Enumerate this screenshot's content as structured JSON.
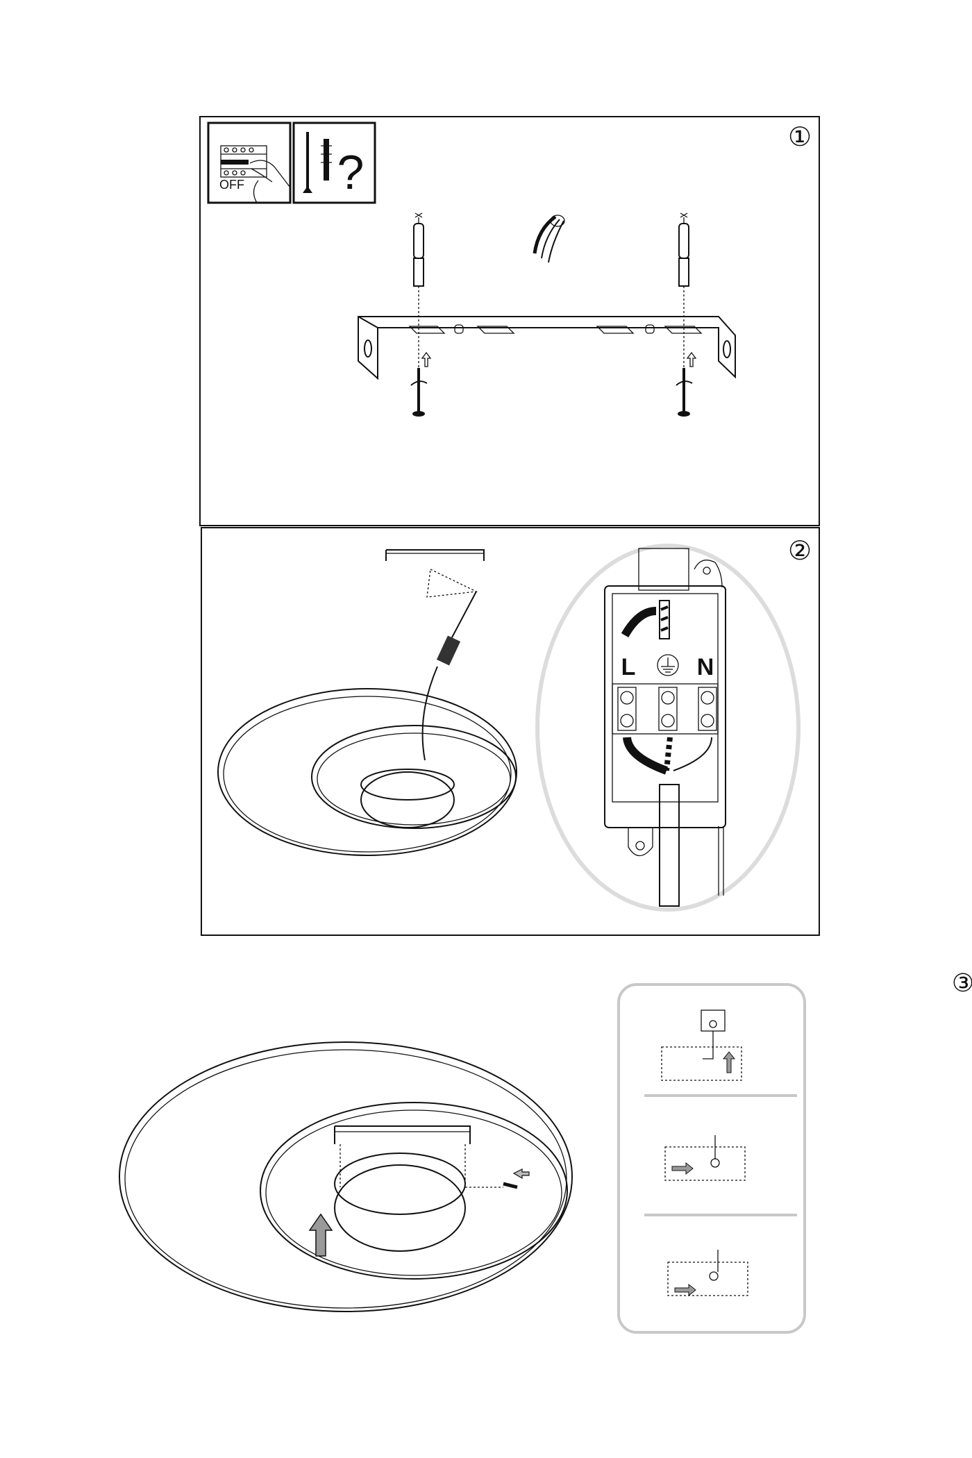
{
  "steps": [
    {
      "number": "①"
    },
    {
      "number": "②",
      "terminals": {
        "live": "L",
        "neutral": "N"
      }
    },
    {
      "number": "③"
    }
  ],
  "icons": {
    "power_off_label": "OFF",
    "question_mark": "?"
  },
  "colors": {
    "line": "#111111",
    "highlight_ellipse": "#dcdcdc",
    "inset_border": "#c8c8c8",
    "arrow_fill": "#9a9a9a"
  }
}
